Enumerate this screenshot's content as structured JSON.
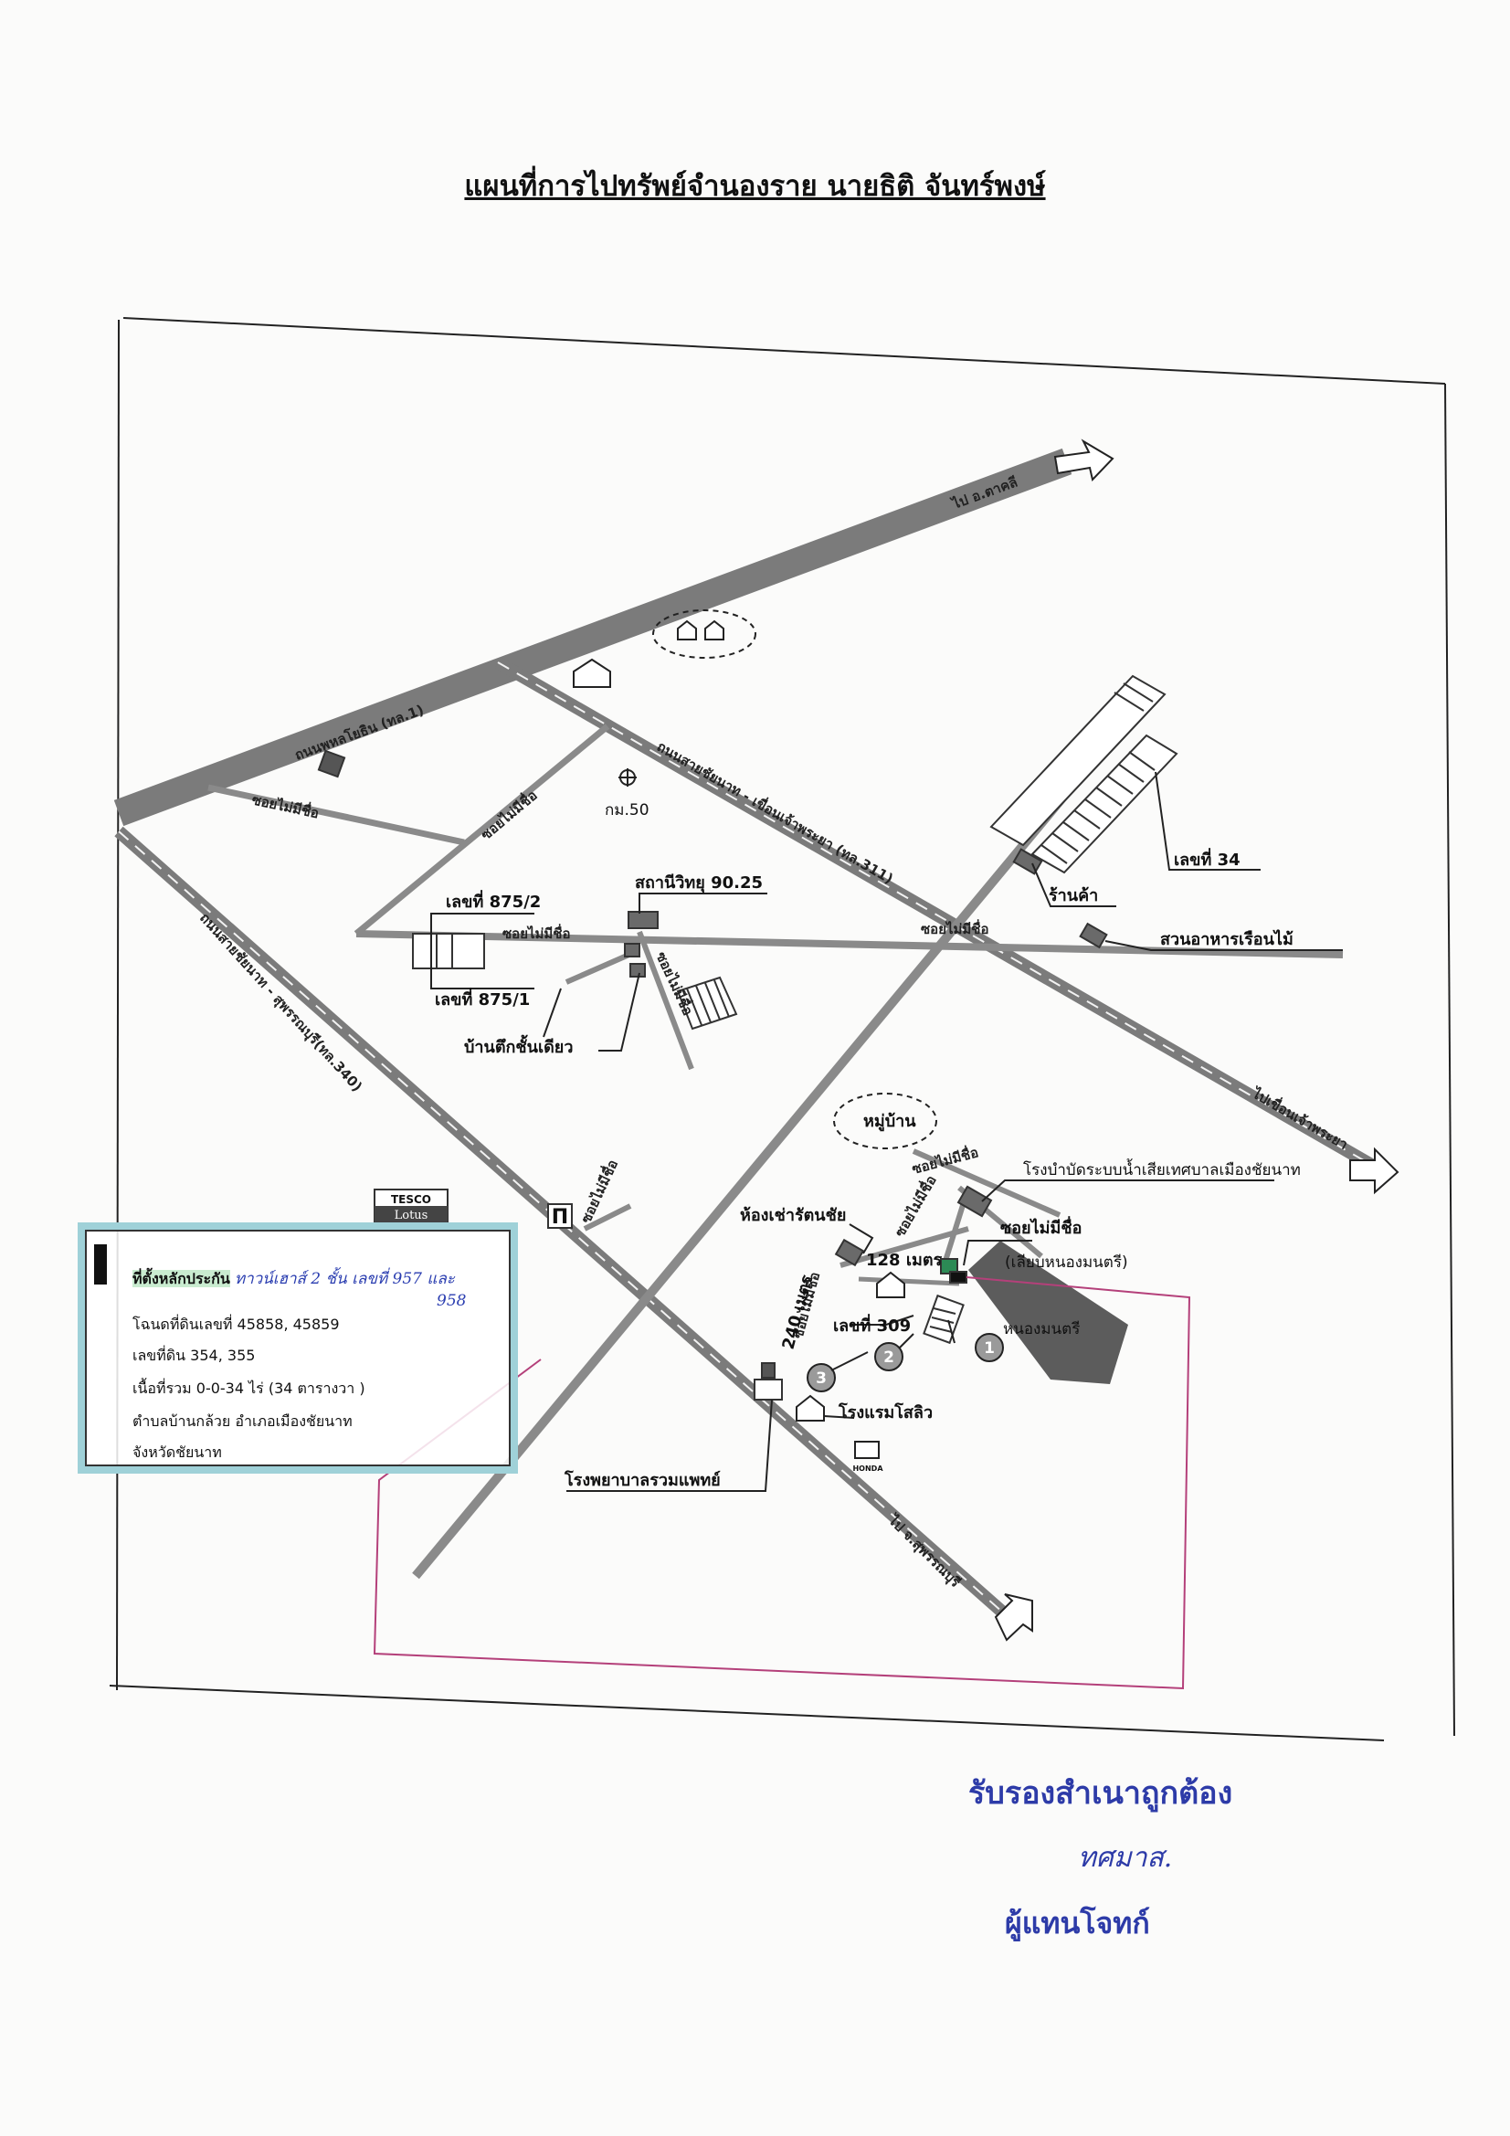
{
  "title": "แผนที่การไปทรัพย์จำนองราย นายธิติ จันทร์พงษ์",
  "roads": {
    "phahonyothin": "ถนนพหลโยธิน (ทล.1)",
    "to_takhli": "ไป อ.ตาคลี",
    "chainat_suphan": "ถนนสายชัยนาท - สุพรรณบุรี(ทล.340)",
    "chainat_chaophraya": "ถนนสายชัยนาท - เขื่อนเจ้าพระยา (ทล.311)",
    "to_chaophraya_dam": "ไปเขื่อนเจ้าพระยา",
    "to_suphanburi": "ไป จ.สุพรรณบุรี",
    "soi_unnamed": "ซอยไม่มีชื่อ",
    "soi_unnamed_2": "ซอยไม่มีชื่อ",
    "soi_unnamed_3": "ซอยไม่มีชื่อ",
    "soi_unnamed_4": "ซอยไม่มีชื่อ",
    "soi_unnamed_5": "ซอยไม่มีชื่อ",
    "soi_unnamed_6": "ซอยไม่มีชื่อ",
    "soi_unnamed_7": "ซอยไม่มีชื่อ",
    "soi_unnamed_8": "ซอยไม่มีชื่อ",
    "soi_unnamed_9": "ซอยไม่มีชื่อ",
    "km": "กม.50"
  },
  "places": {
    "plot_875_2": "เลขที่ 875/2",
    "plot_875_1": "เลขที่ 875/1",
    "radio": "สถานีวิทยุ 90.25",
    "single_house": "บ้านตึกชั้นเดียว",
    "plot_34": "เลขที่ 34",
    "shop": "ร้านค้า",
    "restaurant": "สวนอาหารเรือนไม้",
    "village": "หมู่บ้าน",
    "wastewater": "โรงบำบัดระบบน้ำเสียเทศบาลเมืองชัยนาท",
    "rental_room": "ห้องเช่ารัตนชัย",
    "soi_no_name": "ซอยไม่มีชื่อ",
    "soi_note": "(เลียบหนองมนตรี)",
    "dist_128": "128 เมตร",
    "dist_240": "240 เมตร",
    "plot_309": "เลขที่ 309",
    "pond": "หนองมนตรี",
    "hotel": "โรงแรมโสลิว",
    "hospital": "โรงพยาบาลรวมแพทย์",
    "honda": "HONDA",
    "tesco_1": "TESCO",
    "tesco_2": "Lotus",
    "n1": "1",
    "n2": "2",
    "n3": "3"
  },
  "info": {
    "label": "ที่ตั้งหลักประกัน",
    "handwritten": "ทาวน์เฮาส์ 2 ชั้น เลขที่ 957 และ",
    "handwritten2": "958",
    "deed": "โฉนดที่ดินเลขที่ 45858, 45859",
    "land_no": "เลขที่ดิน 354, 355",
    "area": "เนื้อที่รวม 0-0-34 ไร่  (34 ตารางวา )",
    "address1": "ตำบลบ้านกล้วย อำเภอเมืองชัยนาท",
    "address2": "จังหวัดชัยนาท"
  },
  "certify": {
    "line1": "รับรองสำเนาถูกต้อง",
    "signature": "ทศมาส.",
    "line2": "ผู้แทนโจทก์"
  },
  "colors": {
    "road": "#7b7b7b",
    "boundary": "#b4407a",
    "ink": "#2d3ba8",
    "box_border": "#9fd1d8"
  }
}
